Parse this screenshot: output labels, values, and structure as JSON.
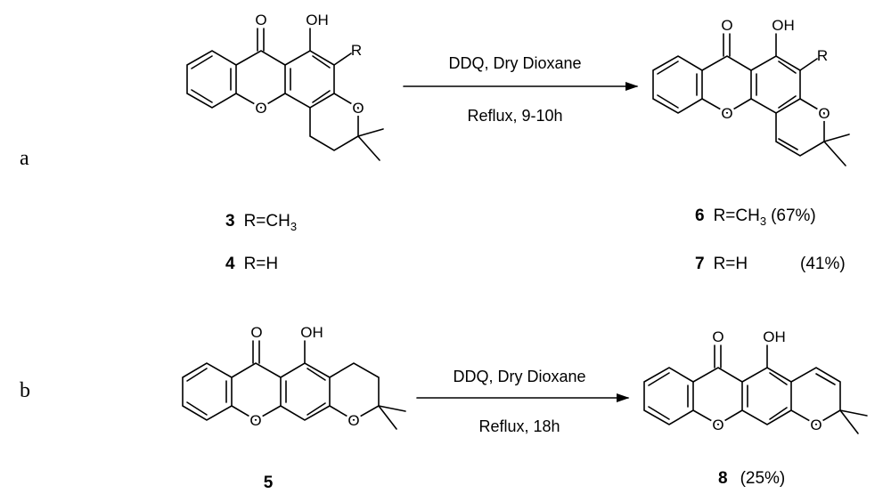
{
  "parts": {
    "a": "a",
    "b": "b"
  },
  "atoms": {
    "O": "O",
    "OH": "OH",
    "R": "R"
  },
  "reaction_a": {
    "reagent": "DDQ, Dry Dioxane",
    "conditions": "Reflux, 9-10h",
    "start": [
      {
        "id": "3",
        "r": "R=CH",
        "sub": "3",
        "yield": ""
      },
      {
        "id": "4",
        "r": "R=H",
        "sub": "",
        "yield": ""
      }
    ],
    "products": [
      {
        "id": "6",
        "r": "R=CH",
        "sub": "3",
        "yield": "(67%)"
      },
      {
        "id": "7",
        "r": "R=H",
        "sub": "",
        "yield": "(41%)"
      }
    ]
  },
  "reaction_b": {
    "reagent": "DDQ, Dry Dioxane",
    "conditions": "Reflux, 18h",
    "start": {
      "id": "5"
    },
    "product": {
      "id": "8",
      "yield": "(25%)"
    }
  }
}
